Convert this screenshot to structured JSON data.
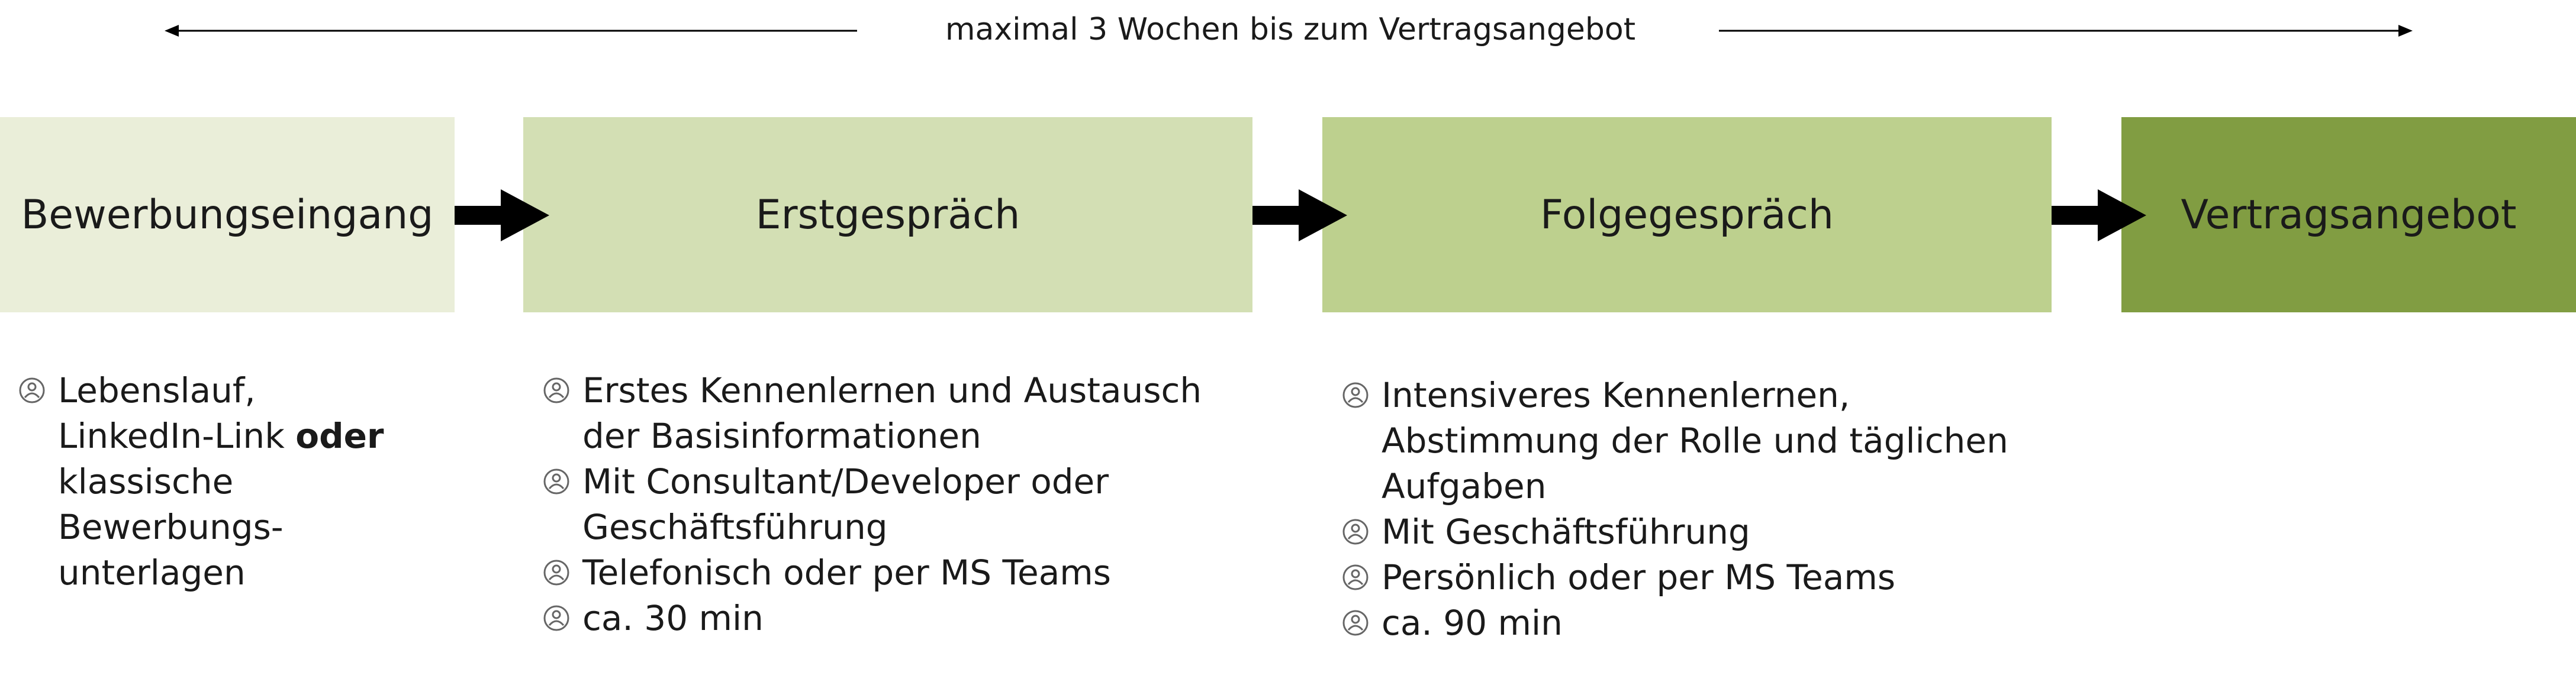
{
  "timeline": {
    "label": "maximal 3 Wochen bis zum Vertragsangebot",
    "arrow_left_icon": "arrow-left-icon",
    "arrow_right_icon": "arrow-right-icon"
  },
  "stages": [
    {
      "title": "Bewerbungseingang",
      "color": "#eaeed9",
      "details": [
        {
          "text_before": "Lebenslauf,\nLinkedIn-Link ",
          "emphasis": "oder",
          "text_after": "\nklassische\nBewerbungs-\nunterlagen"
        }
      ]
    },
    {
      "title": "Erstgespräch",
      "color": "#d3dfb4",
      "details": [
        {
          "text": "Erstes Kennenlernen und Austausch\nder Basisinformationen"
        },
        {
          "text": "Mit Consultant/Developer oder\nGeschäftsführung"
        },
        {
          "text": "Telefonisch oder per MS Teams"
        },
        {
          "text": "ca. 30 min"
        }
      ]
    },
    {
      "title": "Folgegespräch",
      "color": "#bdd08e",
      "details": [
        {
          "text": "Intensiveres Kennenlernen,\nAbstimmung der Rolle und täglichen\nAufgaben"
        },
        {
          "text": "Mit Geschäftsführung"
        },
        {
          "text": "Persönlich oder per MS Teams"
        },
        {
          "text": "ca. 90 min"
        }
      ]
    },
    {
      "title": "Vertragsangebot",
      "color": "#819d42",
      "details": []
    }
  ],
  "connector_color": "#000000",
  "bullet_icon": "person-circle-icon"
}
